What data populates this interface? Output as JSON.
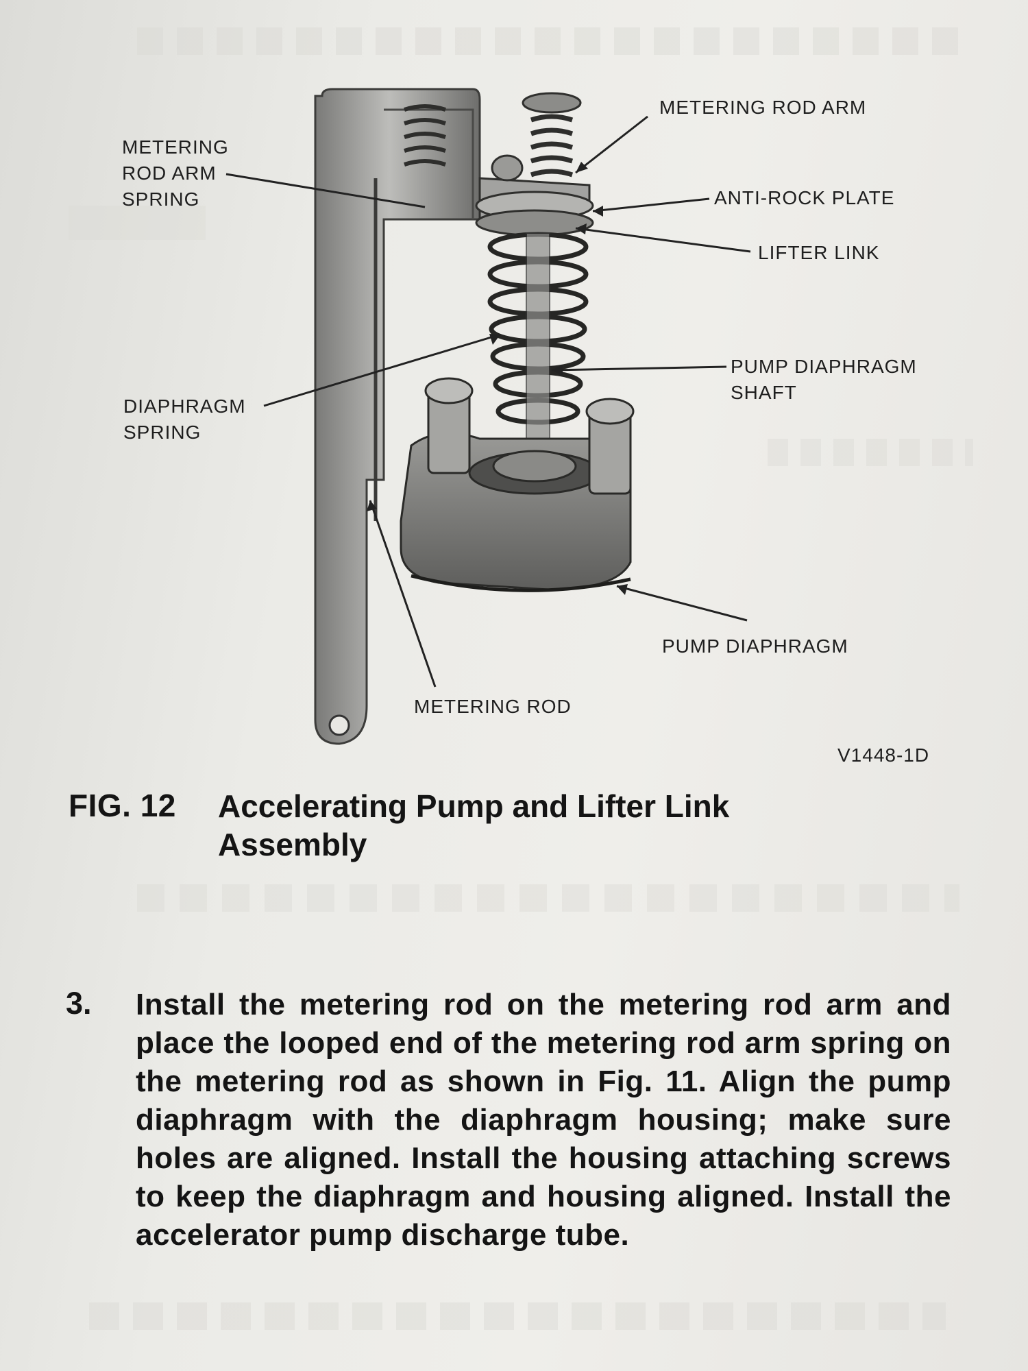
{
  "figure": {
    "labels": {
      "metering_rod_arm": "METERING ROD ARM",
      "metering_rod_arm_spring": [
        "METERING",
        "ROD ARM",
        "SPRING"
      ],
      "anti_rock_plate": "ANTI-ROCK PLATE",
      "lifter_link": "LIFTER LINK",
      "pump_diaphragm_shaft": [
        "PUMP DIAPHRAGM",
        "SHAFT"
      ],
      "diaphragm_spring": [
        "DIAPHRAGM",
        "SPRING"
      ],
      "pump_diaphragm": "PUMP DIAPHRAGM",
      "metering_rod": "METERING ROD"
    },
    "code": "V1448-1D",
    "number": "FIG. 12",
    "title": "Accelerating Pump and Lifter Link Assembly"
  },
  "step": {
    "number": "3.",
    "text": "Install the metering rod on the metering rod arm and place the looped end of the metering rod arm spring on the metering rod as shown in Fig. 11. Align the pump diaphragm with the diaphragm housing; make sure holes are aligned. Install the housing attaching screws to keep the diaphragm and housing aligned. Install the accelerator pump discharge tube."
  }
}
